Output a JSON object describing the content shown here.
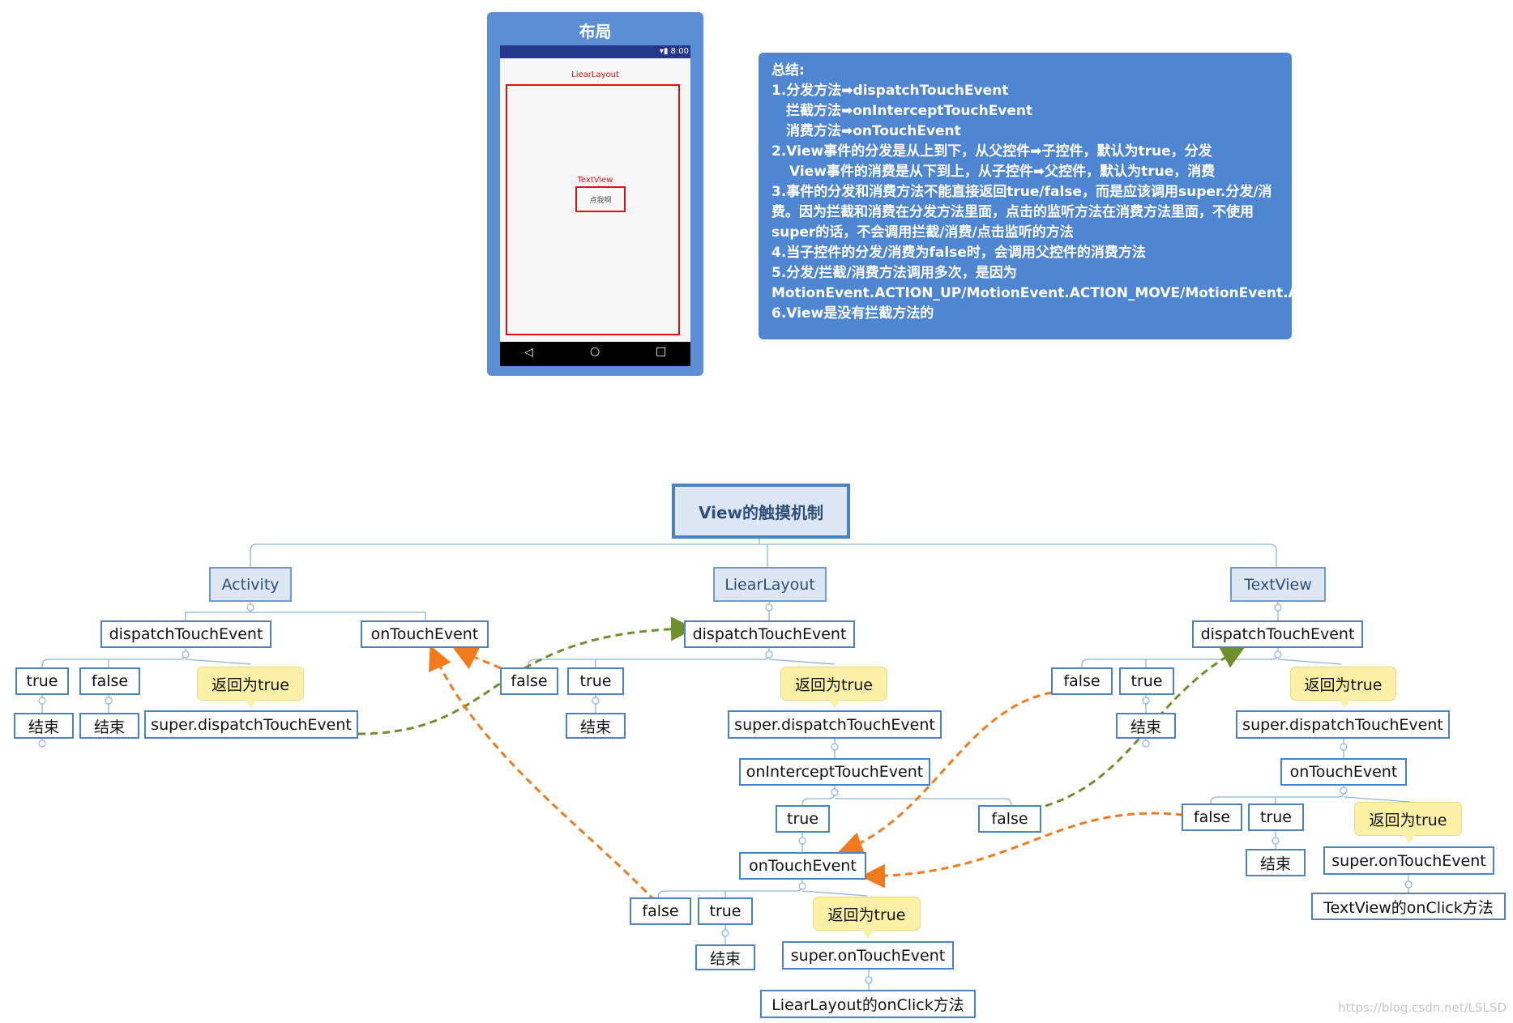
{
  "phone": {
    "title": "布局",
    "time": "8:00",
    "layout_label": "LiearLayout",
    "textview_label": "TextView",
    "button_text": "点我啊",
    "nav_back": "◁",
    "nav_home": "○",
    "nav_recent": "□"
  },
  "summary": {
    "title": "总结:",
    "l1": "1.分发方法➡dispatchTouchEvent",
    "l2": "拦截方法➡onInterceptTouchEvent",
    "l3": "消费方法➡onTouchEvent",
    "l4": "2.View事件的分发是从上到下，从父控件➡子控件，默认为true，分发",
    "l5": "View事件的消费是从下到上，从子控件➡父控件，默认为true，消费",
    "l6": "3.事件的分发和消费方法不能直接返回true/false，而是应该调用super.分发/消费。因为拦截和消费在分发方法里面，点击的监听方法在消费方法里面，不使用super的话，不会调用拦截/消费/点击监听的方法",
    "l7": "4.当子控件的分发/消费为false时，会调用父控件的消费方法",
    "l8": "5.分发/拦截/消费方法调用多次，是因为MotionEvent.ACTION_UP/MotionEvent.ACTION_MOVE/MotionEvent.ACTION_DOWN",
    "l9": "6.View是没有拦截方法的"
  },
  "tree": {
    "root": "View的触摸机制",
    "activity": {
      "title": "Activity",
      "dispatch": "dispatchTouchEvent",
      "on_touch": "onTouchEvent",
      "true": "true",
      "false": "false",
      "end1": "结束",
      "end2": "结束",
      "callout": "返回为true",
      "super_dispatch": "super.dispatchTouchEvent"
    },
    "linear": {
      "title": "LiearLayout",
      "dispatch": "dispatchTouchEvent",
      "false": "false",
      "true": "true",
      "end": "结束",
      "callout": "返回为true",
      "super_dispatch": "super.dispatchTouchEvent",
      "intercept": "onInterceptTouchEvent",
      "i_true": "true",
      "i_false": "false",
      "on_touch": "onTouchEvent",
      "t_false": "false",
      "t_true": "true",
      "t_end": "结束",
      "t_callout": "返回为true",
      "super_on_touch": "super.onTouchEvent",
      "on_click": "LiearLayout的onClick方法"
    },
    "textview": {
      "title": "TextView",
      "dispatch": "dispatchTouchEvent",
      "false": "false",
      "true": "true",
      "end": "结束",
      "callout": "返回为true",
      "super_dispatch": "super.dispatchTouchEvent",
      "on_touch": "onTouchEvent",
      "t_false": "false",
      "t_true": "true",
      "t_end": "结束",
      "t_callout": "返回为true",
      "super_on_touch": "super.onTouchEvent",
      "on_click": "TextView的onClick方法"
    }
  },
  "colors": {
    "orange_arrow": "#f07a1c",
    "green_arrow": "#6f8f2c",
    "node_border": "#4a82c3",
    "callout": "#fcf1a6"
  },
  "watermark": "https://blog.csdn.net/LSLSD"
}
